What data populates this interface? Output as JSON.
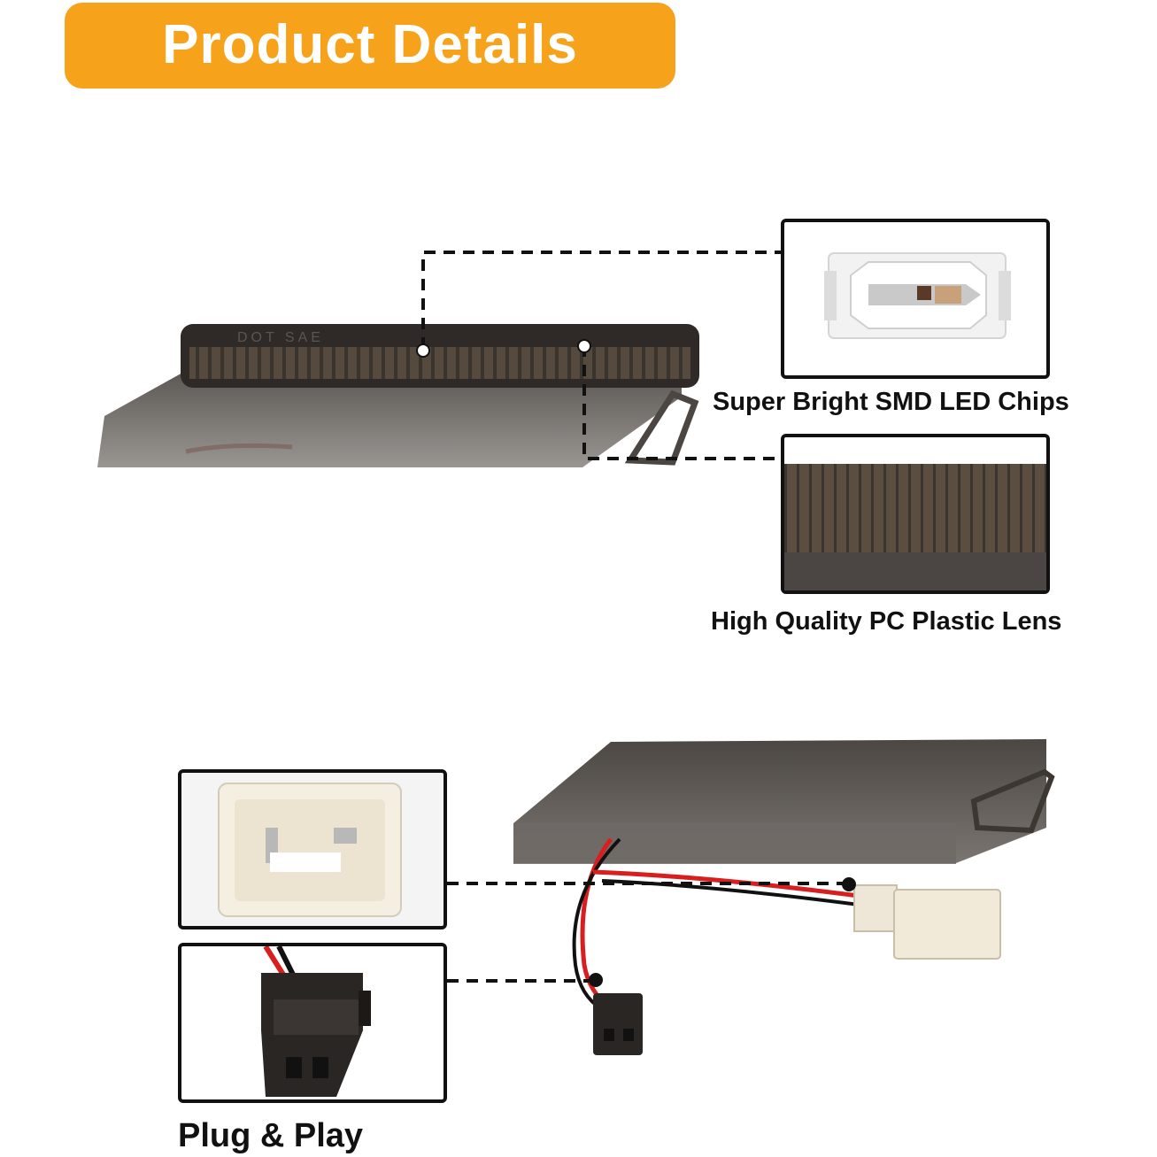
{
  "header": {
    "title": "Product Details"
  },
  "callouts": {
    "led_chips": "Super Bright SMD LED Chips",
    "lens": "High Quality PC Plastic Lens",
    "plug": "Plug & Play"
  },
  "product_marking": "DOT SAE",
  "colors": {
    "banner": "#f7a21b",
    "frame": "#111111",
    "lens_smoke": "#3a3632"
  }
}
